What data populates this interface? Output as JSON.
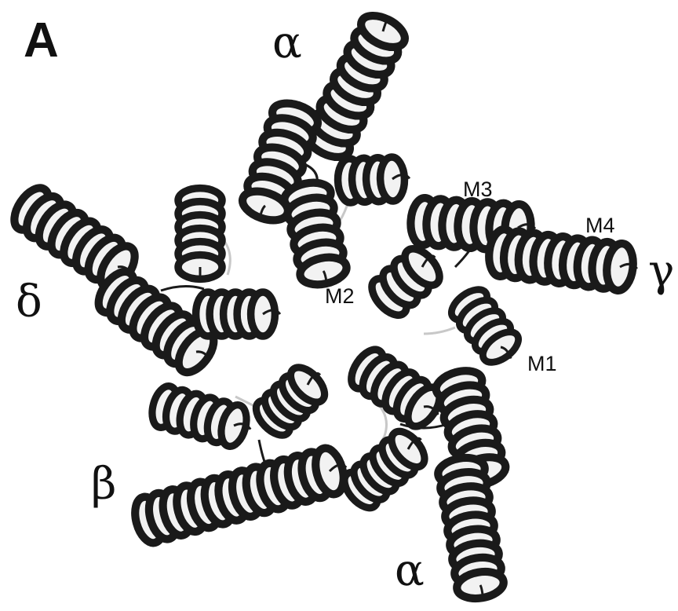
{
  "figure": {
    "panel_label": "A",
    "subunits": {
      "alpha_top": "α",
      "gamma": "γ",
      "delta": "δ",
      "beta": "β",
      "alpha_bottom": "α"
    },
    "helices": {
      "m1": "M1",
      "m2": "M2",
      "m3": "M3",
      "m4": "M4"
    }
  },
  "colors": {
    "ink": "#111111",
    "helix_dark": "#1a1a1a",
    "helix_highlight": "#f2f2f2",
    "loop": "#c8c8c8",
    "background": "#ffffff"
  }
}
